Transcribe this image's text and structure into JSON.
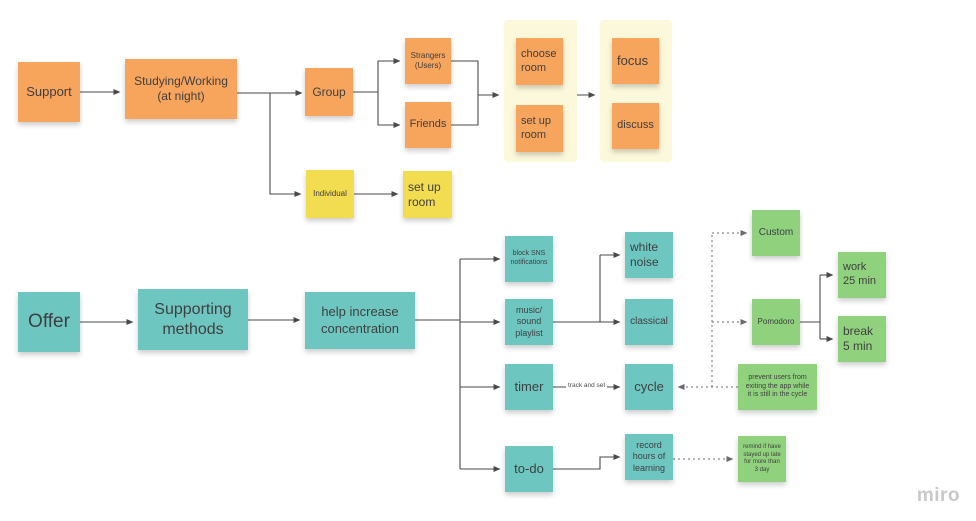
{
  "watermark": "miro",
  "connector_label": "track and set",
  "colors": {
    "sticky_orange": "#F7A45C",
    "sticky_yellow": "#F2DC4F",
    "sticky_teal": "#6EC6C1",
    "sticky_green": "#90D17E",
    "panel_yellow": "#FCF8DC",
    "connector": "#4A4A4A",
    "connector_dotted": "#6B6B6B",
    "note_text": "#3F3F3F",
    "watermark_gray": "#C8C8C8"
  },
  "notes": [
    {
      "id": "support",
      "text": "Support"
    },
    {
      "id": "studying-working",
      "text": "Studying/Working\n(at night)"
    },
    {
      "id": "group",
      "text": "Group"
    },
    {
      "id": "strangers-users",
      "text": "Strangers\n(Users)"
    },
    {
      "id": "friends",
      "text": "Friends"
    },
    {
      "id": "choose-room",
      "text": "choose\nroom"
    },
    {
      "id": "set-up-room",
      "text": "set up\nroom"
    },
    {
      "id": "focus",
      "text": "focus"
    },
    {
      "id": "discuss",
      "text": "discuss"
    },
    {
      "id": "individual",
      "text": "Individual"
    },
    {
      "id": "set-up-room-individual",
      "text": "set up\nroom"
    },
    {
      "id": "offer",
      "text": "Offer"
    },
    {
      "id": "supporting-methods",
      "text": "Supporting\nmethods"
    },
    {
      "id": "help-increase-concentration",
      "text": "help increase\nconcentration"
    },
    {
      "id": "block-sns-notifications",
      "text": "block SNS\nnotifications"
    },
    {
      "id": "music-sound-playlist",
      "text": "music/\nsound\nplaylist"
    },
    {
      "id": "timer",
      "text": "timer"
    },
    {
      "id": "to-do",
      "text": "to-do"
    },
    {
      "id": "white-noise",
      "text": "white\nnoise"
    },
    {
      "id": "classical",
      "text": "classical"
    },
    {
      "id": "cycle",
      "text": "cycle"
    },
    {
      "id": "record-hours-of-learning",
      "text": "record\nhours of\nlearning"
    },
    {
      "id": "custom",
      "text": "Custom"
    },
    {
      "id": "pomodoro",
      "text": "Pomodoro"
    },
    {
      "id": "prevent-exit-cycle",
      "text": "prevent users from\nexiting the app while\nit is still in the cycle"
    },
    {
      "id": "work-25-min",
      "text": "work\n25 min"
    },
    {
      "id": "break-5-min",
      "text": "break\n5 min"
    },
    {
      "id": "remind-stayed-up-late",
      "text": "remind if have\nstayed up late\nfor more than\n3 day"
    }
  ]
}
